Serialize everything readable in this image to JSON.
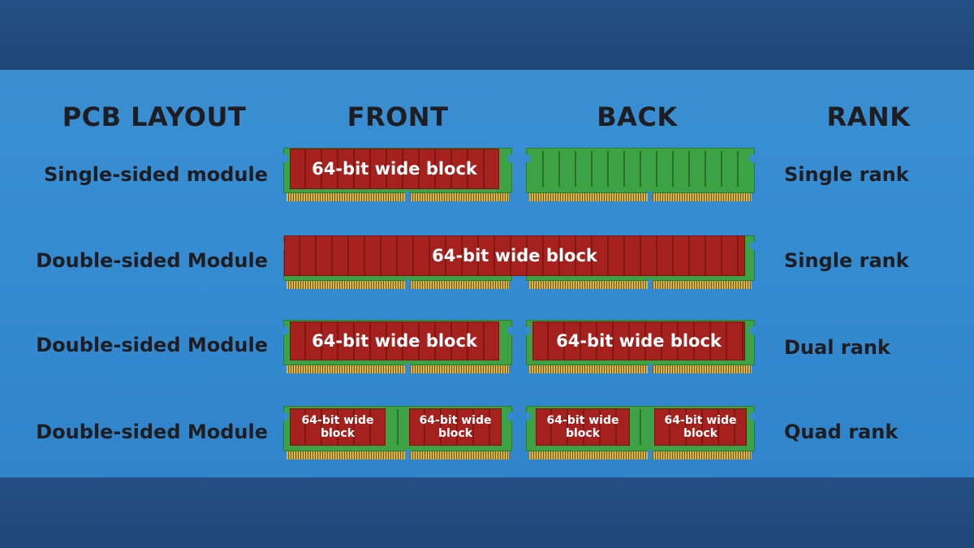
{
  "headers": {
    "pcb_layout": "PCB LAYOUT",
    "front": "FRONT",
    "back": "BACK",
    "rank": "RANK"
  },
  "rows": [
    {
      "layout": "Single-sided module",
      "rank": "Single rank",
      "front_blocks": [
        "64-bit wide block"
      ],
      "back_blocks": []
    },
    {
      "layout": "Double-sided Module",
      "rank": "Single rank",
      "spanning_block": "64-bit wide block"
    },
    {
      "layout": "Double-sided Module",
      "rank": "Dual rank",
      "front_blocks": [
        "64-bit wide block"
      ],
      "back_blocks": [
        "64-bit wide block"
      ]
    },
    {
      "layout": "Double-sided Module",
      "rank": "Quad rank",
      "front_blocks": [
        "64-bit wide block",
        "64-bit wide block"
      ],
      "back_blocks": [
        "64-bit wide block",
        "64-bit wide block"
      ]
    }
  ],
  "colors": {
    "block_red": "#a5211e",
    "pcb_green": "#3da243",
    "panel_blue": "#358bd0",
    "band_navy": "#23508a"
  }
}
